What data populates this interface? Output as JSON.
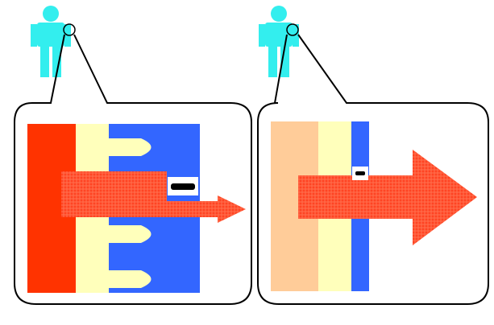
{
  "diagram": {
    "panels": [
      {
        "id": "left",
        "person_icon": "person-icon",
        "magnifier_icon": "magnifier-circle-icon",
        "outer_layer_color": "#ff3300",
        "middle_layer_color": "#ffffbb",
        "inner_layer_color": "#3366ff",
        "arrow_color": "#ff5533",
        "indicator_icon": "minus-bar-icon",
        "arrow_size": "small",
        "has_projections": true
      },
      {
        "id": "right",
        "person_icon": "person-icon",
        "magnifier_icon": "magnifier-circle-icon",
        "outer_layer_color": "#ffcc99",
        "middle_layer_color": "#ffffbb",
        "inner_layer_color": "#3366ff",
        "arrow_color": "#ff5533",
        "indicator_icon": "minus-bar-icon",
        "arrow_size": "large",
        "has_projections": false
      }
    ],
    "person_color": "#33eeee"
  }
}
